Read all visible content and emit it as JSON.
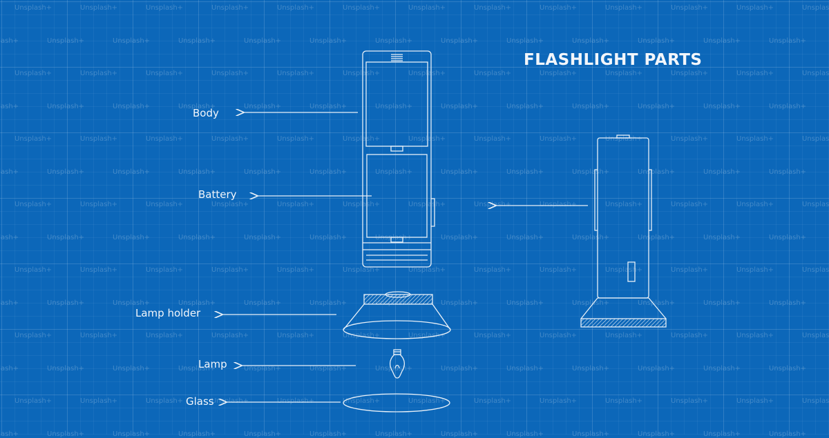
{
  "title": "FLASHLIGHT PARTS",
  "watermark_text": "Unsplash+",
  "colors": {
    "background": "#0c67b9",
    "line": "#e8f0f8",
    "text": "#f2f6fb"
  },
  "parts": {
    "body": "Body",
    "battery": "Battery",
    "lamp_holder": "Lamp holder",
    "lamp": "Lamp",
    "glass": "Glass"
  }
}
